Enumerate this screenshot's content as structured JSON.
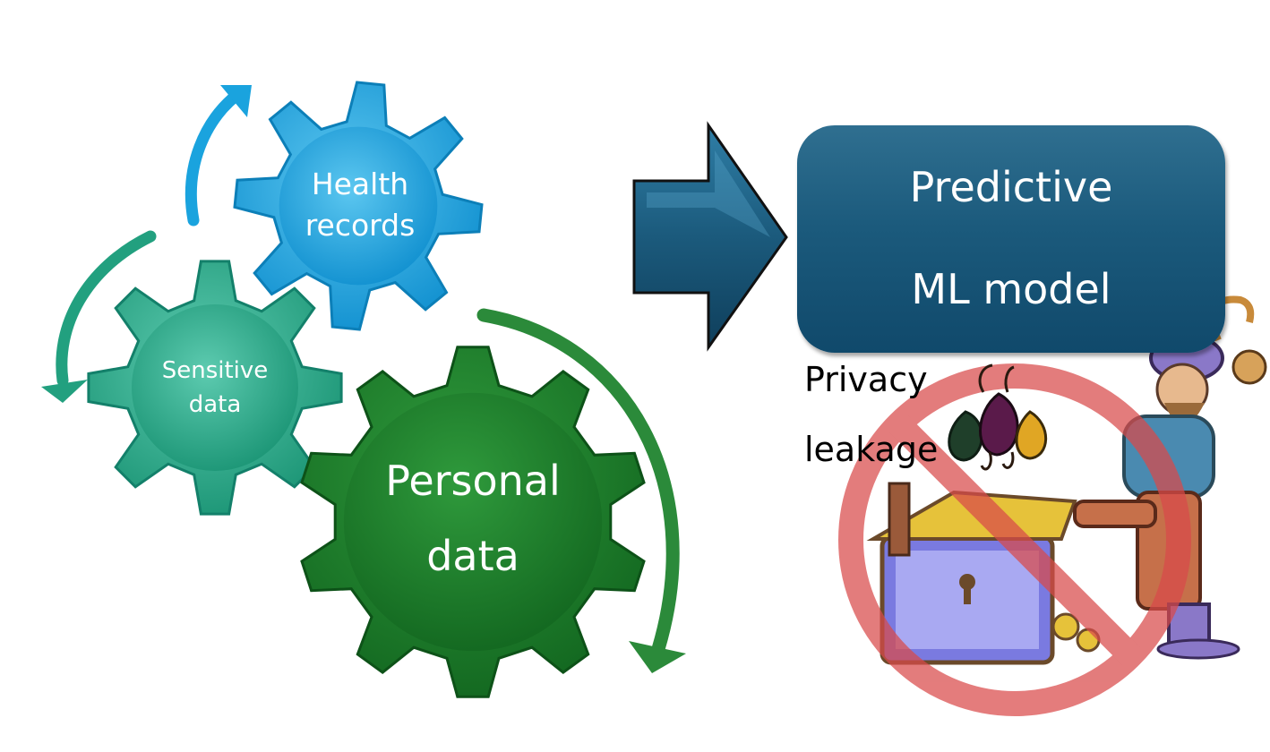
{
  "gears": {
    "health": {
      "line1": "Health",
      "line2": "records"
    },
    "sensitive": {
      "line1": "Sensitive",
      "line2": "data"
    },
    "personal": {
      "line1": "Personal",
      "line2": "data"
    }
  },
  "model": {
    "line1": "Predictive",
    "line2": "ML model"
  },
  "leakage": {
    "line1": "Privacy",
    "line2": "leakage"
  },
  "colors": {
    "health_gear": "#1aa3de",
    "sensitive_gear": "#26a98a",
    "personal_gear": "#1f7a2c",
    "arrow": "#1b5a7c",
    "model_box": "#1b5a7c",
    "prohibition": "#d94a4a"
  },
  "icons": [
    "gear-icon",
    "curved-arrow-icon",
    "right-arrow-icon",
    "privacy-drops-icon",
    "pirate-icon",
    "treasure-chest-icon",
    "prohibition-icon"
  ]
}
